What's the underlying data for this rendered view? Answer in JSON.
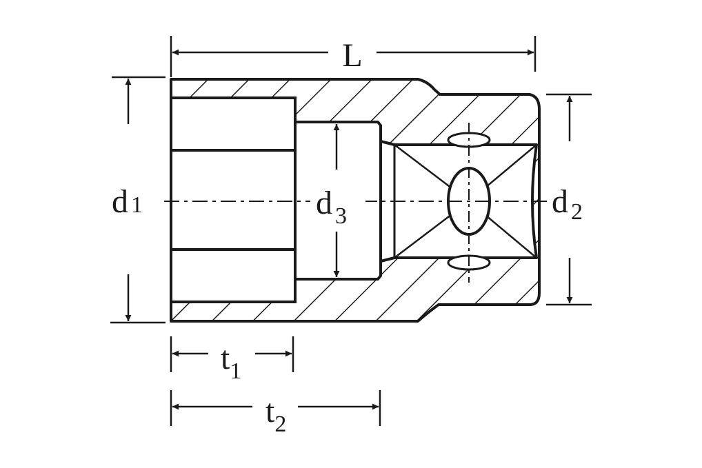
{
  "labels": {
    "length": "L",
    "d1": {
      "base": "d",
      "sub": "1"
    },
    "d2": {
      "base": "d",
      "sub": "2"
    },
    "d3": {
      "base": "d",
      "sub": "3"
    },
    "t1": {
      "base": "t",
      "sub": "1"
    },
    "t2": {
      "base": "t",
      "sub": "2"
    }
  },
  "colors": {
    "ink": "#1a1a1a",
    "background": "#ffffff"
  }
}
